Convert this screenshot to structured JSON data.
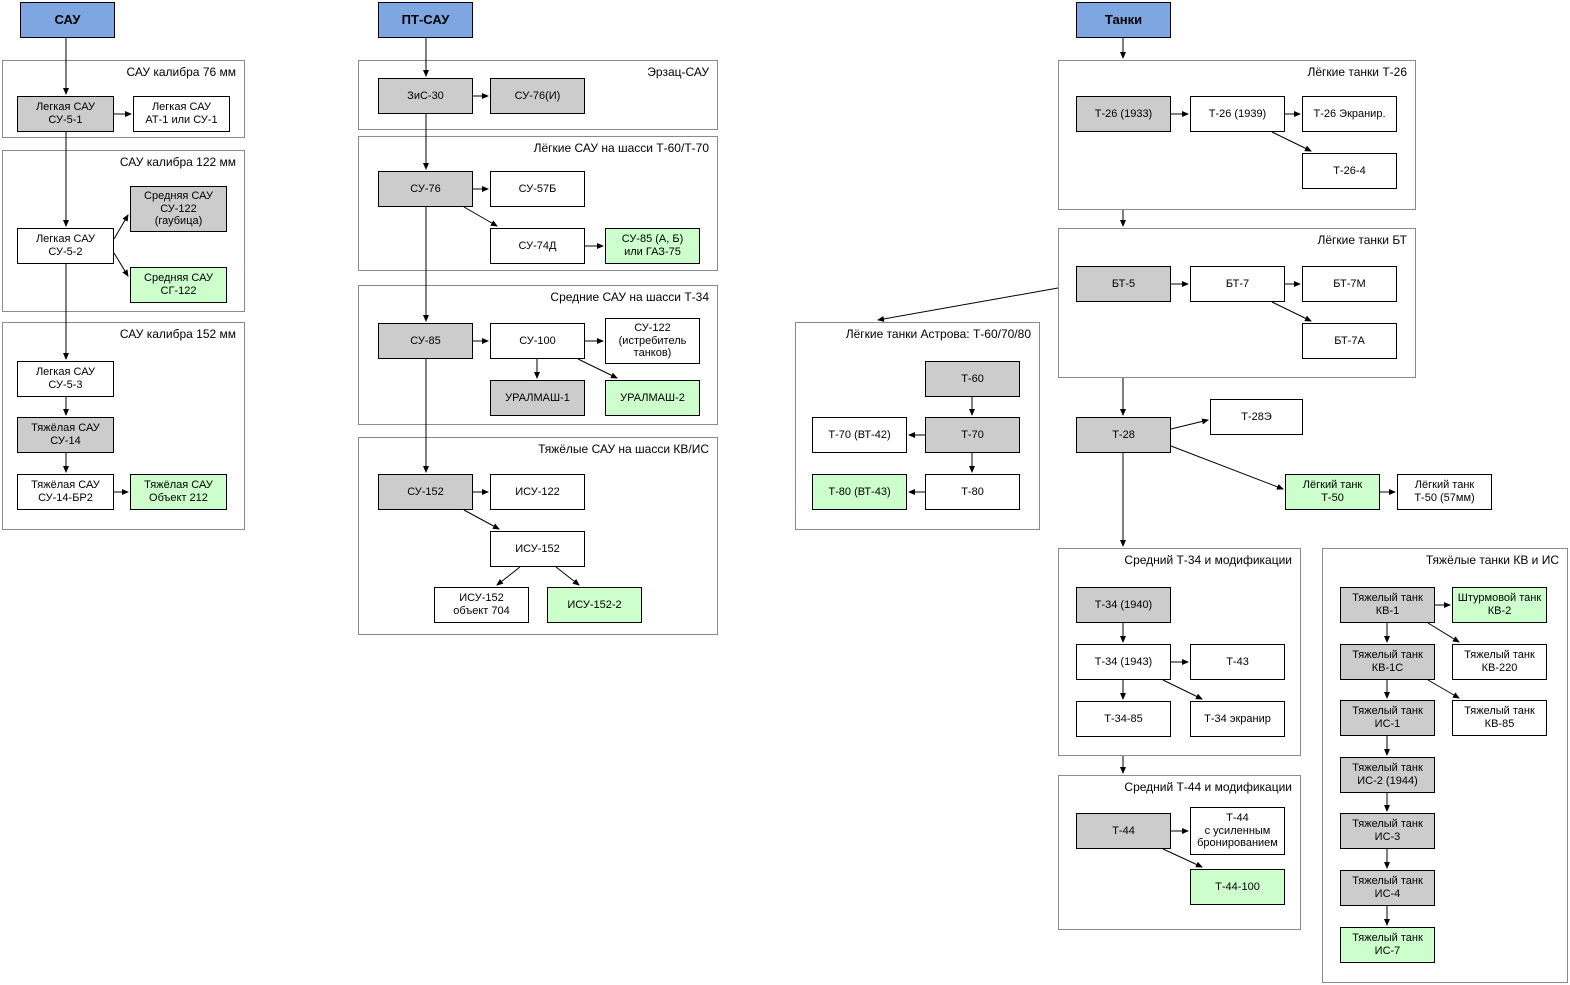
{
  "colors": {
    "header_blue": "#7EA6E0",
    "node_gray": "#CCCCCC",
    "node_white": "#FFFFFF",
    "node_green": "#CCFFCC"
  },
  "headers": {
    "sau": "САУ",
    "pt_sau": "ПТ-САУ",
    "tanki": "Танки"
  },
  "groups": {
    "sau76": "САУ калибра 76 мм",
    "sau122": "САУ калибра 122 мм",
    "sau152": "САУ калибра 152 мм",
    "ersatz": "Эрзац-САУ",
    "light_sau": "Лёгкие САУ на шасси Т-60/Т-70",
    "med_sau": "Средние САУ на шасси Т-34",
    "heavy_sau": "Тяжёлые САУ на шасси КВ/ИС",
    "t26": "Лёгкие танки Т-26",
    "bt": "Лёгкие танки БТ",
    "astrov": "Лёгкие танки Астрова: Т-60/70/80",
    "t34": "Средний Т-34 и модификации",
    "t44": "Средний Т-44 и модификации",
    "kv_is": "Тяжёлые танки КВ и ИС"
  },
  "nodes": {
    "su51": "Легкая САУ\nСУ-5-1",
    "at1": "Легкая САУ\nАТ-1 или СУ-1",
    "su122g": "Средняя САУ\nСУ-122\n(гаубица)",
    "su52": "Легкая САУ\nСУ-5-2",
    "sg122": "Средняя САУ\nСГ-122",
    "su53": "Легкая САУ\nСУ-5-3",
    "su14": "Тяжёлая САУ\nСУ-14",
    "su14br2": "Тяжёлая САУ\nСУ-14-БР2",
    "ob212": "Тяжёлая САУ\nОбъект 212",
    "zis30": "ЗиС-30",
    "su76i": "СУ-76(И)",
    "su76": "СУ-76",
    "su57b": "СУ-57Б",
    "su74d": "СУ-74Д",
    "su85ab": "СУ-85 (А, Б)\nили ГАЗ-75",
    "su85": "СУ-85",
    "su100": "СУ-100",
    "su122it": "СУ-122\n(истребитель\nтанков)",
    "uralmash1": "УРАЛМАШ-1",
    "uralmash2": "УРАЛМАШ-2",
    "su152": "СУ-152",
    "isu122": "ИСУ-122",
    "isu152": "ИСУ-152",
    "isu152_704": "ИСУ-152\nобъект 704",
    "isu152_2": "ИСУ-152-2",
    "t26_33": "Т-26 (1933)",
    "t26_39": "Т-26 (1939)",
    "t26e": "Т-26 Экранир.",
    "t26_4": "Т-26-4",
    "bt5": "БТ-5",
    "bt7": "БТ-7",
    "bt7m": "БТ-7М",
    "bt7a": "БТ-7А",
    "t60": "Т-60",
    "t70vt42": "Т-70 (ВТ-42)",
    "t70": "Т-70",
    "t80vt43": "Т-80 (ВТ-43)",
    "t80": "Т-80",
    "t28": "Т-28",
    "t28e": "Т-28Э",
    "t50": "Лёгкий танк\nТ-50",
    "t50_57": "Лёгкий танк\nТ-50 (57мм)",
    "t34_40": "Т-34 (1940)",
    "t34_43": "Т-34 (1943)",
    "t43": "Т-43",
    "t34_85": "Т-34-85",
    "t34e": "Т-34 экранир",
    "t44": "Т-44",
    "t44ub": "Т-44\nс усиленным\nбронированием",
    "t44_100": "Т-44-100",
    "kv1": "Тяжелый танк\nКВ-1",
    "kv2": "Штурмовой танк\nКВ-2",
    "kv1s": "Тяжелый танк\nКВ-1С",
    "kv220": "Тяжелый танк\nКВ-220",
    "is1": "Тяжелый танк\nИС-1",
    "kv85": "Тяжелый танк\nКВ-85",
    "is2": "Тяжелый танк\nИС-2 (1944)",
    "is3": "Тяжелый танк\nИС-3",
    "is4": "Тяжелый танк\nИС-4",
    "is7": "Тяжелый танк\nИС-7"
  }
}
